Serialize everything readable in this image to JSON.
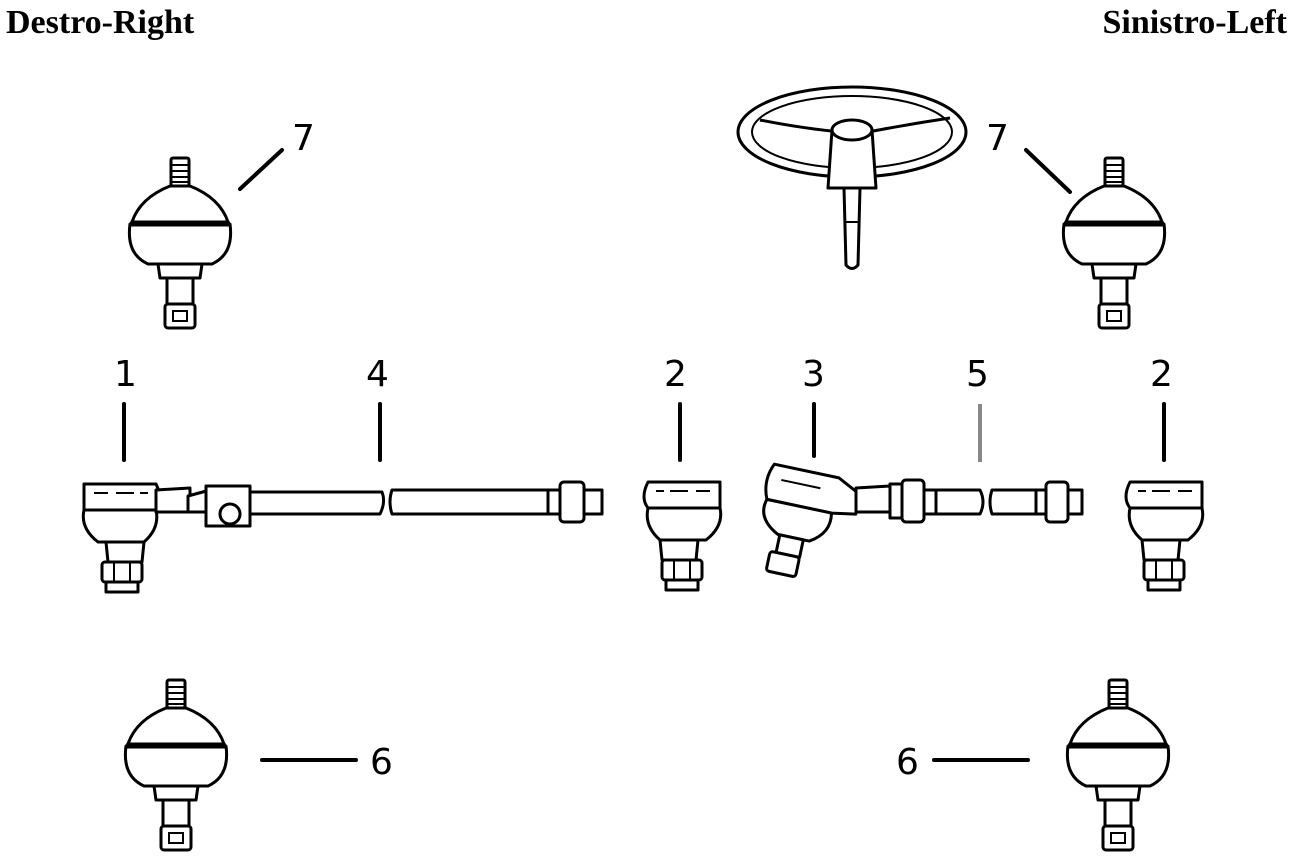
{
  "headings": {
    "right": "Destro-Right",
    "left": "Sinistro-Left"
  },
  "callouts": {
    "joint_top_right_side": "7",
    "joint_top_left_side": "7",
    "tie_rod_end_1": "1",
    "rod_4": "4",
    "tie_rod_end_2_right": "2",
    "tie_rod_end_3": "3",
    "rod_5": "5",
    "tie_rod_end_2_left": "2",
    "joint_bottom_right_side": "6",
    "joint_bottom_left_side": "6"
  },
  "icons": {
    "steering_wheel": "steering-wheel-icon",
    "ball_joint": "ball-joint-icon",
    "tie_rod": "tie-rod-icon"
  },
  "colors": {
    "line": "#000000",
    "background": "#ffffff",
    "callout_5_line": "#888888"
  }
}
